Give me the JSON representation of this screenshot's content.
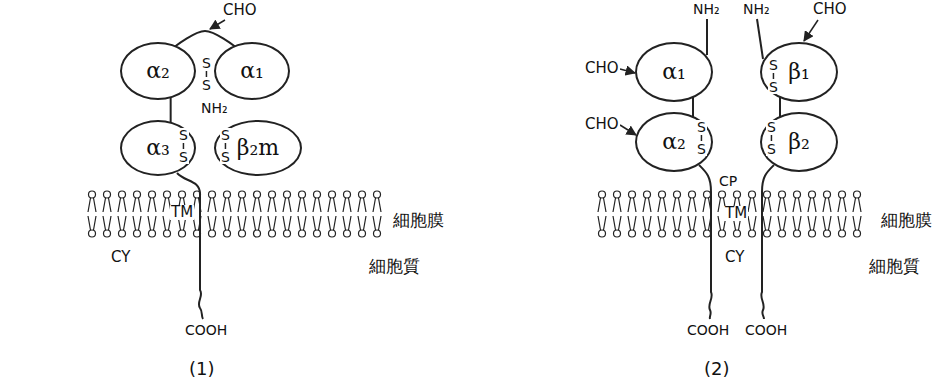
{
  "diagram": {
    "nodes": [
      {
        "text": [
          "α₂"
        ]
      },
      {
        "text": [
          "α₁"
        ]
      },
      {
        "text": [
          "α₃"
        ]
      },
      {
        "text": [
          "β₂m"
        ]
      },
      {
        "text": [
          "α₁"
        ]
      },
      {
        "text": [
          "β₁"
        ]
      },
      {
        "text": [
          "α₂"
        ]
      },
      {
        "text": [
          "β₂"
        ]
      }
    ],
    "edges": [
      {
        "from": 1,
        "to": 0,
        "arrow": "none"
      },
      {
        "from": 0,
        "to": 2,
        "arrow": "none"
      },
      {
        "from": 4,
        "to": 6,
        "arrow": "none"
      },
      {
        "from": 5,
        "to": 7,
        "arrow": "none"
      }
    ],
    "labels": [
      "CHO",
      "NH₂",
      "S",
      "S",
      "S",
      "S",
      "S",
      "S",
      "TM",
      "CY",
      "COOH",
      "細胞膜",
      "細胞質",
      "(1)",
      "NH₂",
      "NH₂",
      "CHO",
      "CHO",
      "CHO",
      "S",
      "S",
      "S",
      "S",
      "S",
      "S",
      "CP",
      "TM",
      "CY",
      "COOH",
      "COOH",
      "細胞膜",
      "細胞質",
      "(2)"
    ]
  }
}
